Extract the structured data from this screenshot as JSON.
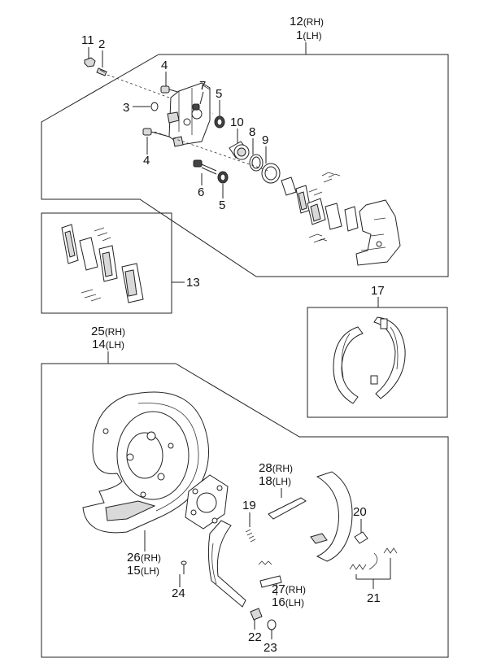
{
  "labels": {
    "p12": {
      "num": "12",
      "tag": "(RH)"
    },
    "p1": {
      "num": "1",
      "tag": "(LH)"
    },
    "p11": "11",
    "p2": "2",
    "p4a": "4",
    "p7": "7",
    "p3": "3",
    "p5a": "5",
    "p10": "10",
    "p8": "8",
    "p9": "9",
    "p4b": "4",
    "p6": "6",
    "p5b": "5",
    "p13": "13",
    "p17": "17",
    "p25": {
      "num": "25",
      "tag": "(RH)"
    },
    "p14": {
      "num": "14",
      "tag": "(LH)"
    },
    "p28": {
      "num": "28",
      "tag": "(RH)"
    },
    "p18": {
      "num": "18",
      "tag": "(LH)"
    },
    "p19": "19",
    "p20": "20",
    "p26": {
      "num": "26",
      "tag": "(RH)"
    },
    "p15": {
      "num": "15",
      "tag": "(LH)"
    },
    "p24": "24",
    "p27": {
      "num": "27",
      "tag": "(RH)"
    },
    "p16": {
      "num": "16",
      "tag": "(LH)"
    },
    "p21": "21",
    "p22": "22",
    "p23": "23"
  }
}
